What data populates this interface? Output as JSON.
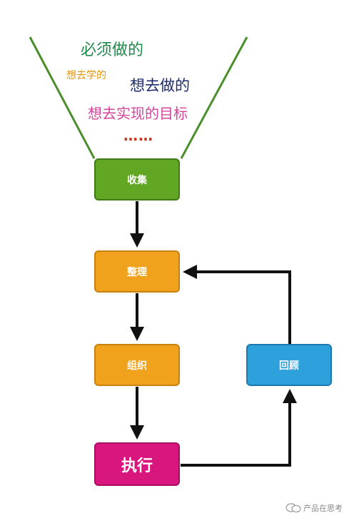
{
  "funnel": {
    "items": [
      {
        "text": "必须做的",
        "color": "#1e8a4a"
      },
      {
        "text": "想去学的",
        "color": "#e39612"
      },
      {
        "text": "想去做的",
        "color": "#1c2a6e"
      },
      {
        "text": "想去实现的目标",
        "color": "#d2449c"
      },
      {
        "text": "……",
        "color": "#c8371f"
      }
    ],
    "line_color": "#4a8f2c"
  },
  "steps": {
    "collect": {
      "label": "收集",
      "fill": "#62a723",
      "border": "#3f7a16"
    },
    "organize": {
      "label": "整理",
      "fill": "#f0a21c",
      "border": "#c9800d"
    },
    "group": {
      "label": "组织",
      "fill": "#f0a21c",
      "border": "#c9800d"
    },
    "execute": {
      "label": "执行",
      "fill": "#d9157e",
      "border": "#a80f60"
    },
    "review": {
      "label": "回顾",
      "fill": "#2ea0dc",
      "border": "#1d78ad"
    }
  },
  "arrow_color": "#111111",
  "watermark": {
    "text": "产品在思考",
    "icon": "wechat-icon"
  }
}
